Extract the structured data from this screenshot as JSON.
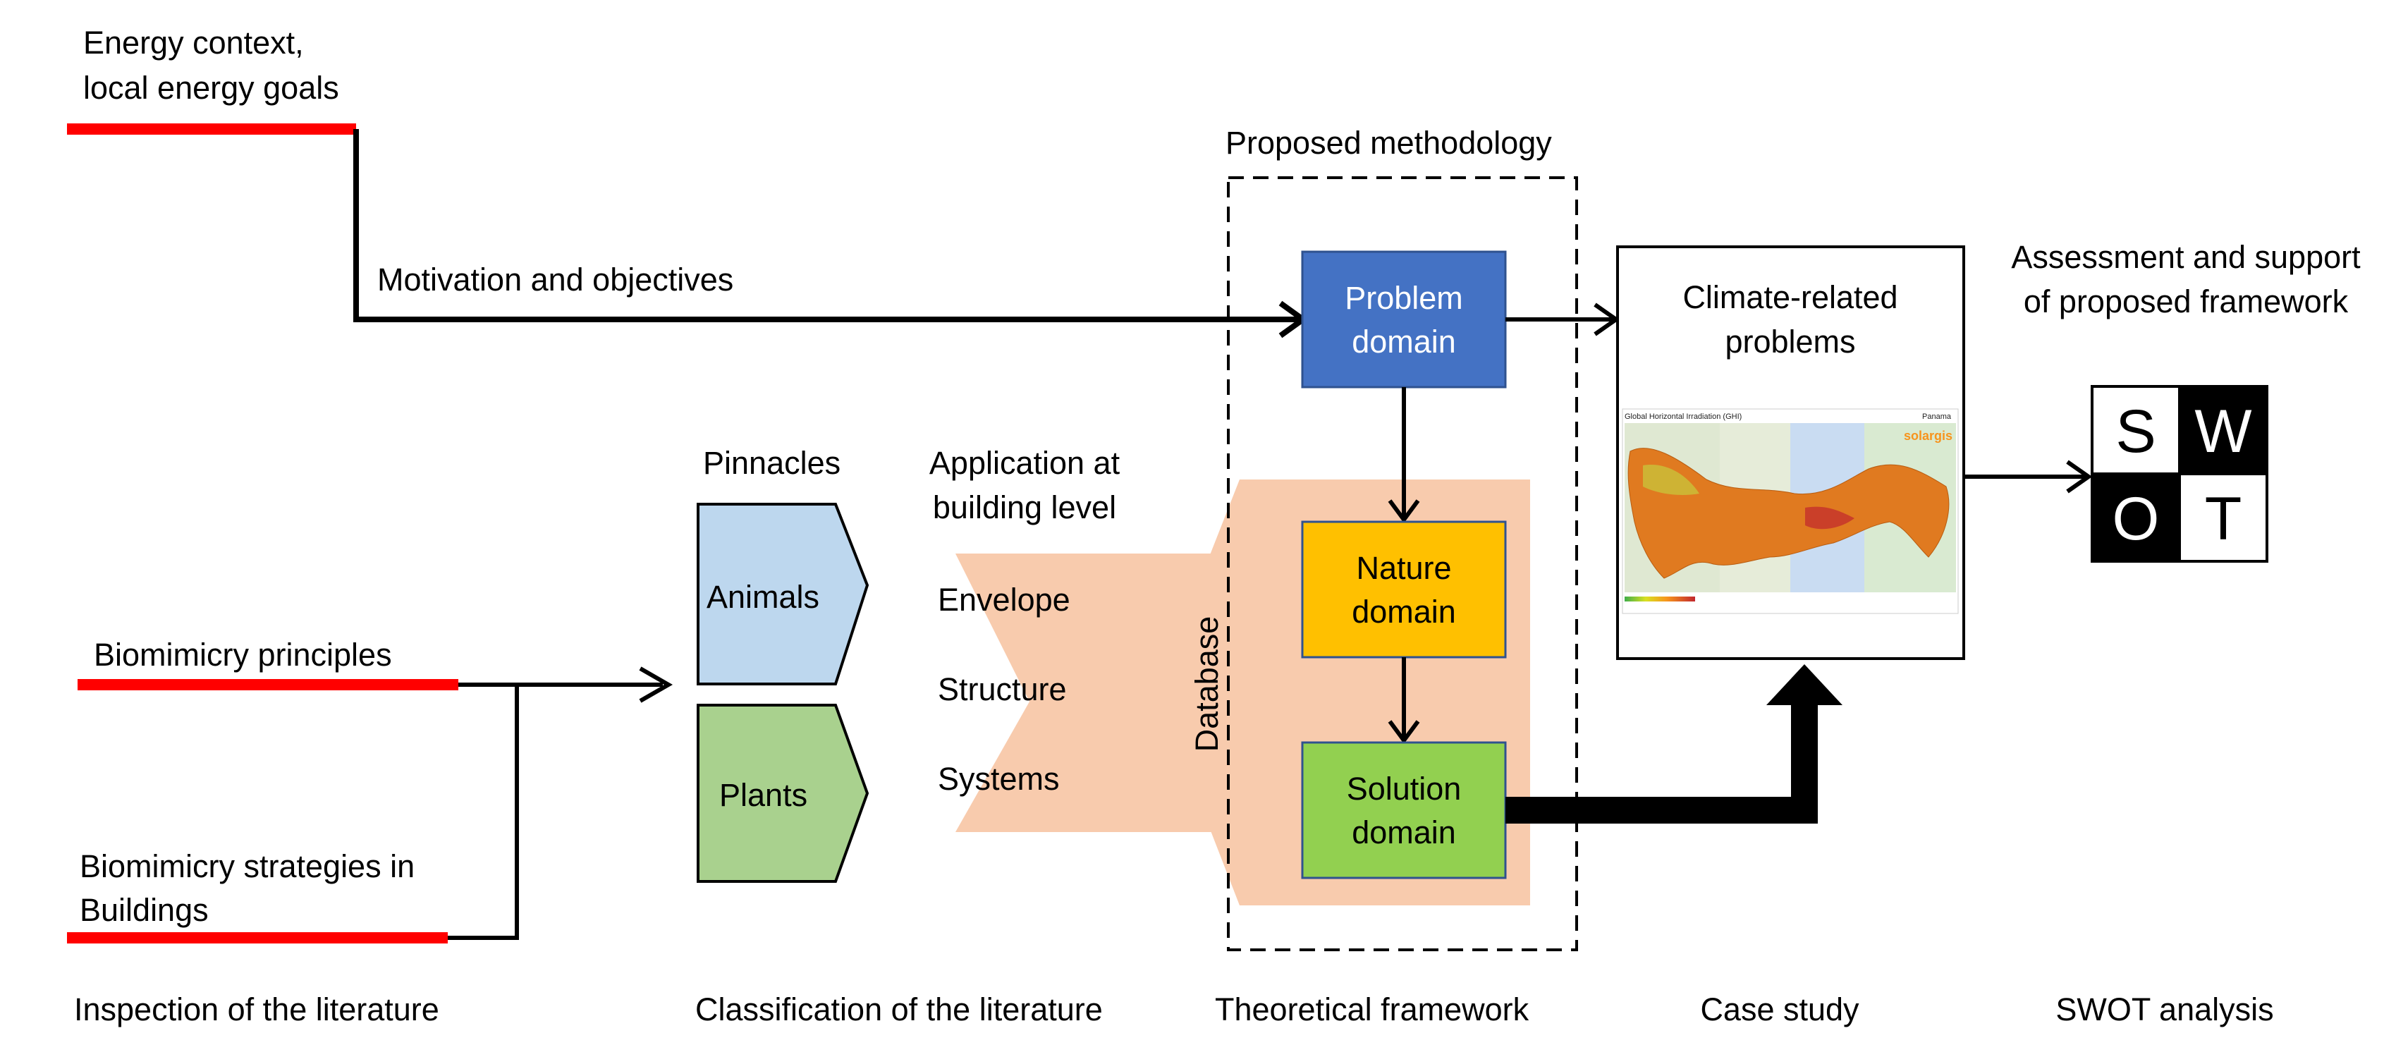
{
  "stages": {
    "inspection": "Inspection of the literature",
    "classification": "Classification of the literature",
    "theoretical": "Theoretical framework",
    "case_study": "Case study",
    "swot": "SWOT analysis"
  },
  "inputs": {
    "energy_line1": "Energy context,",
    "energy_line2": "local energy goals",
    "motivation": "Motivation and objectives",
    "biomimicry_principles": "Biomimicry principles",
    "strategies_line1": "Biomimicry strategies in",
    "strategies_line2": "Buildings"
  },
  "classification": {
    "pinnacles": "Pinnacles",
    "application_line1": "Application at",
    "application_line2": "building level",
    "animals": "Animals",
    "plants": "Plants",
    "envelope": "Envelope",
    "structure": "Structure",
    "systems": "Systems"
  },
  "methodology": {
    "title": "Proposed methodology",
    "database": "Database",
    "problem_line1": "Problem",
    "problem_line2": "domain",
    "nature_line1": "Nature",
    "nature_line2": "domain",
    "solution_line1": "Solution",
    "solution_line2": "domain"
  },
  "case": {
    "title_line1": "Climate-related",
    "title_line2": "problems",
    "map_title": "Global Horizontal Irradiation (GHI)",
    "map_country": "Panama",
    "map_brand": "solargis"
  },
  "assessment": {
    "line1": "Assessment and support",
    "line2": "of proposed framework"
  },
  "swot_letters": {
    "s": "S",
    "w": "W",
    "o": "O",
    "t": "T"
  },
  "colors": {
    "red_bar": "#ff0000",
    "problem_blue": "#4472c4",
    "nature_orange": "#ffc000",
    "solution_green": "#92d050",
    "database_peach": "#f8cbad",
    "animals_blue": "#bdd7ee",
    "plants_green": "#a9d18e"
  }
}
